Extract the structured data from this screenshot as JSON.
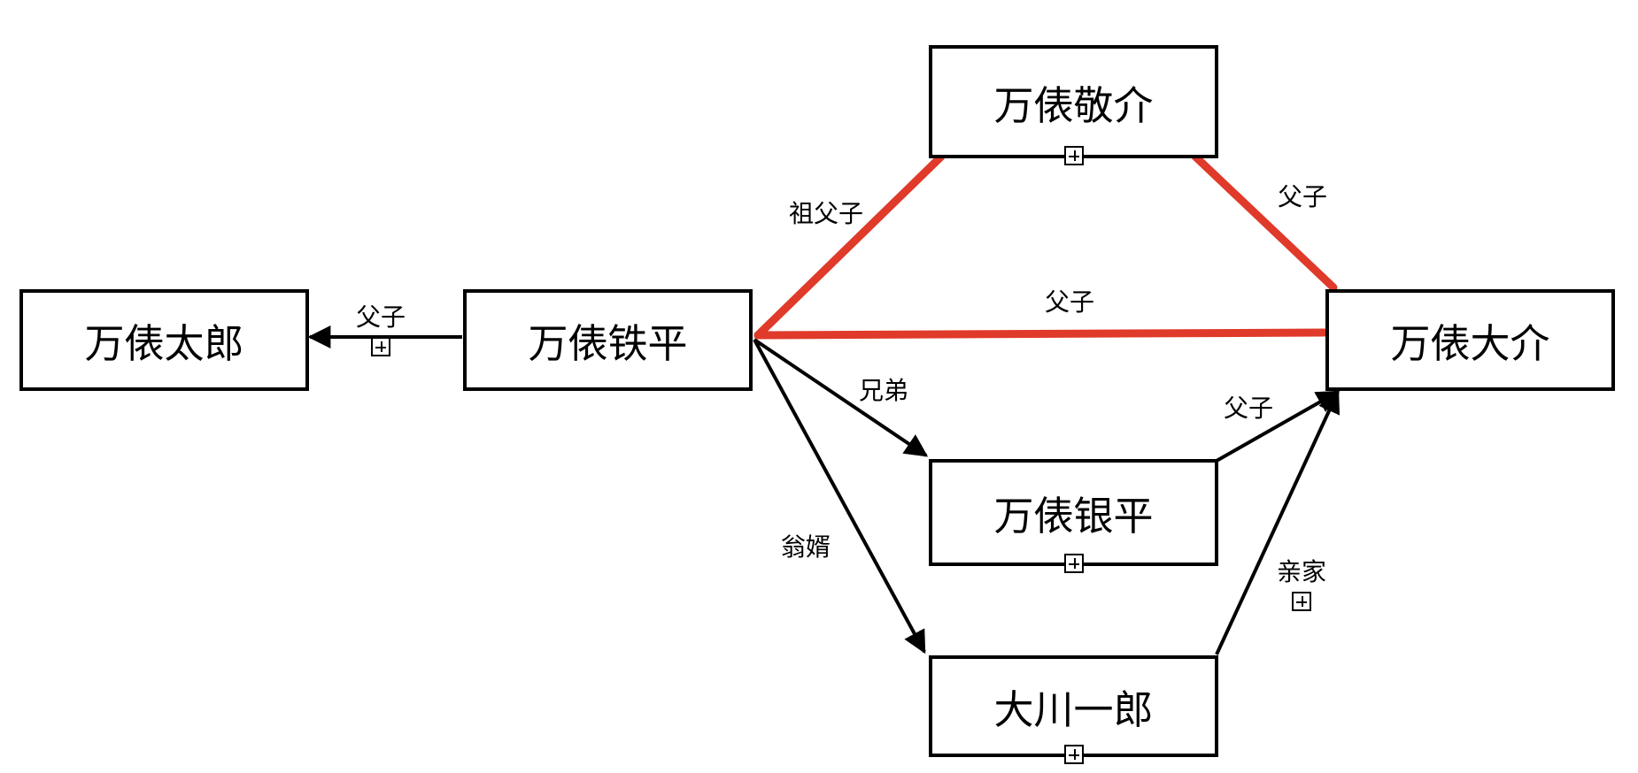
{
  "nodes": {
    "taro": {
      "name": "万俵太郎"
    },
    "teppei": {
      "name": "万俵铁平"
    },
    "keisuke": {
      "name": "万俵敬介"
    },
    "daisuke": {
      "name": "万俵大介"
    },
    "ginpei": {
      "name": "万俵银平"
    },
    "ichiro": {
      "name": "大川一郎"
    }
  },
  "edges": {
    "teppei_taro": {
      "label": "父子"
    },
    "keisuke_teppei": {
      "label": "祖父子"
    },
    "keisuke_daisuke": {
      "label": "父子"
    },
    "daisuke_teppei": {
      "label": "父子"
    },
    "teppei_ginpei": {
      "label": "兄弟"
    },
    "ginpei_daisuke": {
      "label": "父子"
    },
    "teppei_ichiro": {
      "label": "翁婿"
    },
    "ichiro_daisuke": {
      "label": "亲家"
    }
  },
  "colors": {
    "line": "#000000",
    "highlight": "#e03a2a"
  },
  "icons": {
    "expand": "expand-plus-icon",
    "arrow": "arrowhead-icon"
  }
}
